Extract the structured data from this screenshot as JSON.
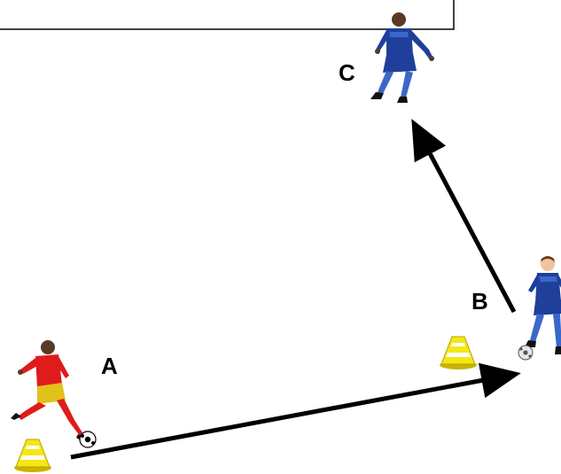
{
  "diagram": {
    "labels": {
      "a": "A",
      "b": "B",
      "c": "C"
    },
    "colors": {
      "line": "#000000",
      "cone_yellow": "#f5e614",
      "cone_shadow": "#c9b400",
      "cone_white": "#ffffff",
      "player_a_shirt": "#e01b1b",
      "player_a_shorts": "#e2c21a",
      "player_blue_shirt": "#1f3f9a",
      "player_blue_light": "#3a67c9",
      "skin_dark": "#5a3a22",
      "skin_light": "#f1c49c"
    },
    "icons": {
      "player_a": "soccer-player-red-kicking-icon",
      "player_b": "soccer-player-blue-dribbling-icon",
      "player_c": "soccer-player-blue-standing-icon",
      "cone": "training-cone-icon",
      "ball": "soccer-ball-icon"
    }
  }
}
